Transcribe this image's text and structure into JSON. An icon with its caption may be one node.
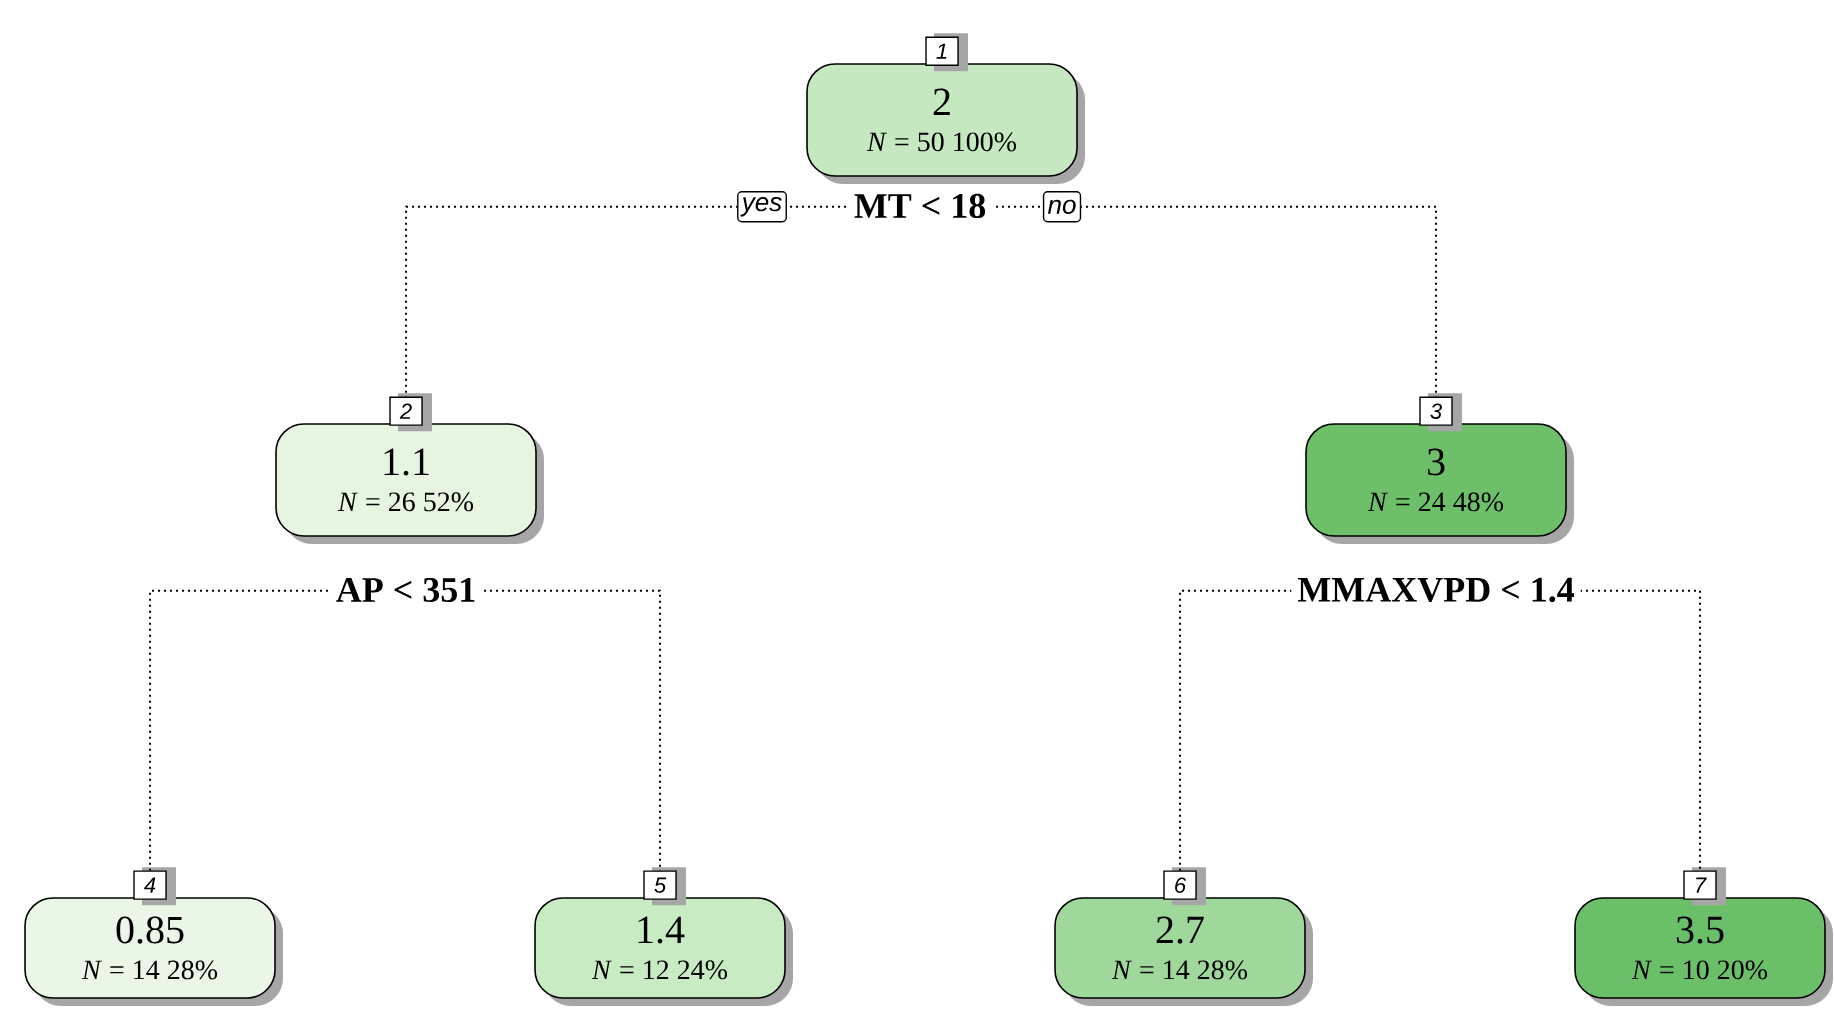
{
  "diagram": {
    "nodes": [
      {
        "text": [
          "2",
          "*N* = 50  100%"
        ],
        "beside": [
          "1"
        ]
      },
      {
        "text": [
          "1.1",
          "*N* = 26  52%"
        ],
        "beside": [
          "2"
        ]
      },
      {
        "text": [
          "3",
          "*N* = 24  48%"
        ],
        "beside": [
          "3"
        ]
      },
      {
        "text": [
          "0.85",
          "*N* = 14  28%"
        ],
        "beside": [
          "4"
        ]
      },
      {
        "text": [
          "1.4",
          "*N* = 12  24%"
        ],
        "beside": [
          "5"
        ]
      },
      {
        "text": [
          "2.7",
          "*N* = 14  28%"
        ],
        "beside": [
          "6"
        ]
      },
      {
        "text": [
          "3.5",
          "*N* = 10  20%"
        ],
        "beside": [
          "7"
        ]
      }
    ],
    "edges": [
      {
        "from": 0,
        "to": 1,
        "arrow": "none",
        "label": "yes"
      },
      {
        "from": 0,
        "to": 2,
        "arrow": "none",
        "label": "no"
      },
      {
        "from": 1,
        "to": 3,
        "arrow": "none"
      },
      {
        "from": 1,
        "to": 4,
        "arrow": "none"
      },
      {
        "from": 2,
        "to": 5,
        "arrow": "none"
      },
      {
        "from": 2,
        "to": 6,
        "arrow": "none"
      }
    ],
    "labels": [
      "MT < 18",
      "AP < 351",
      "MMAXVPD < 1.4"
    ]
  }
}
